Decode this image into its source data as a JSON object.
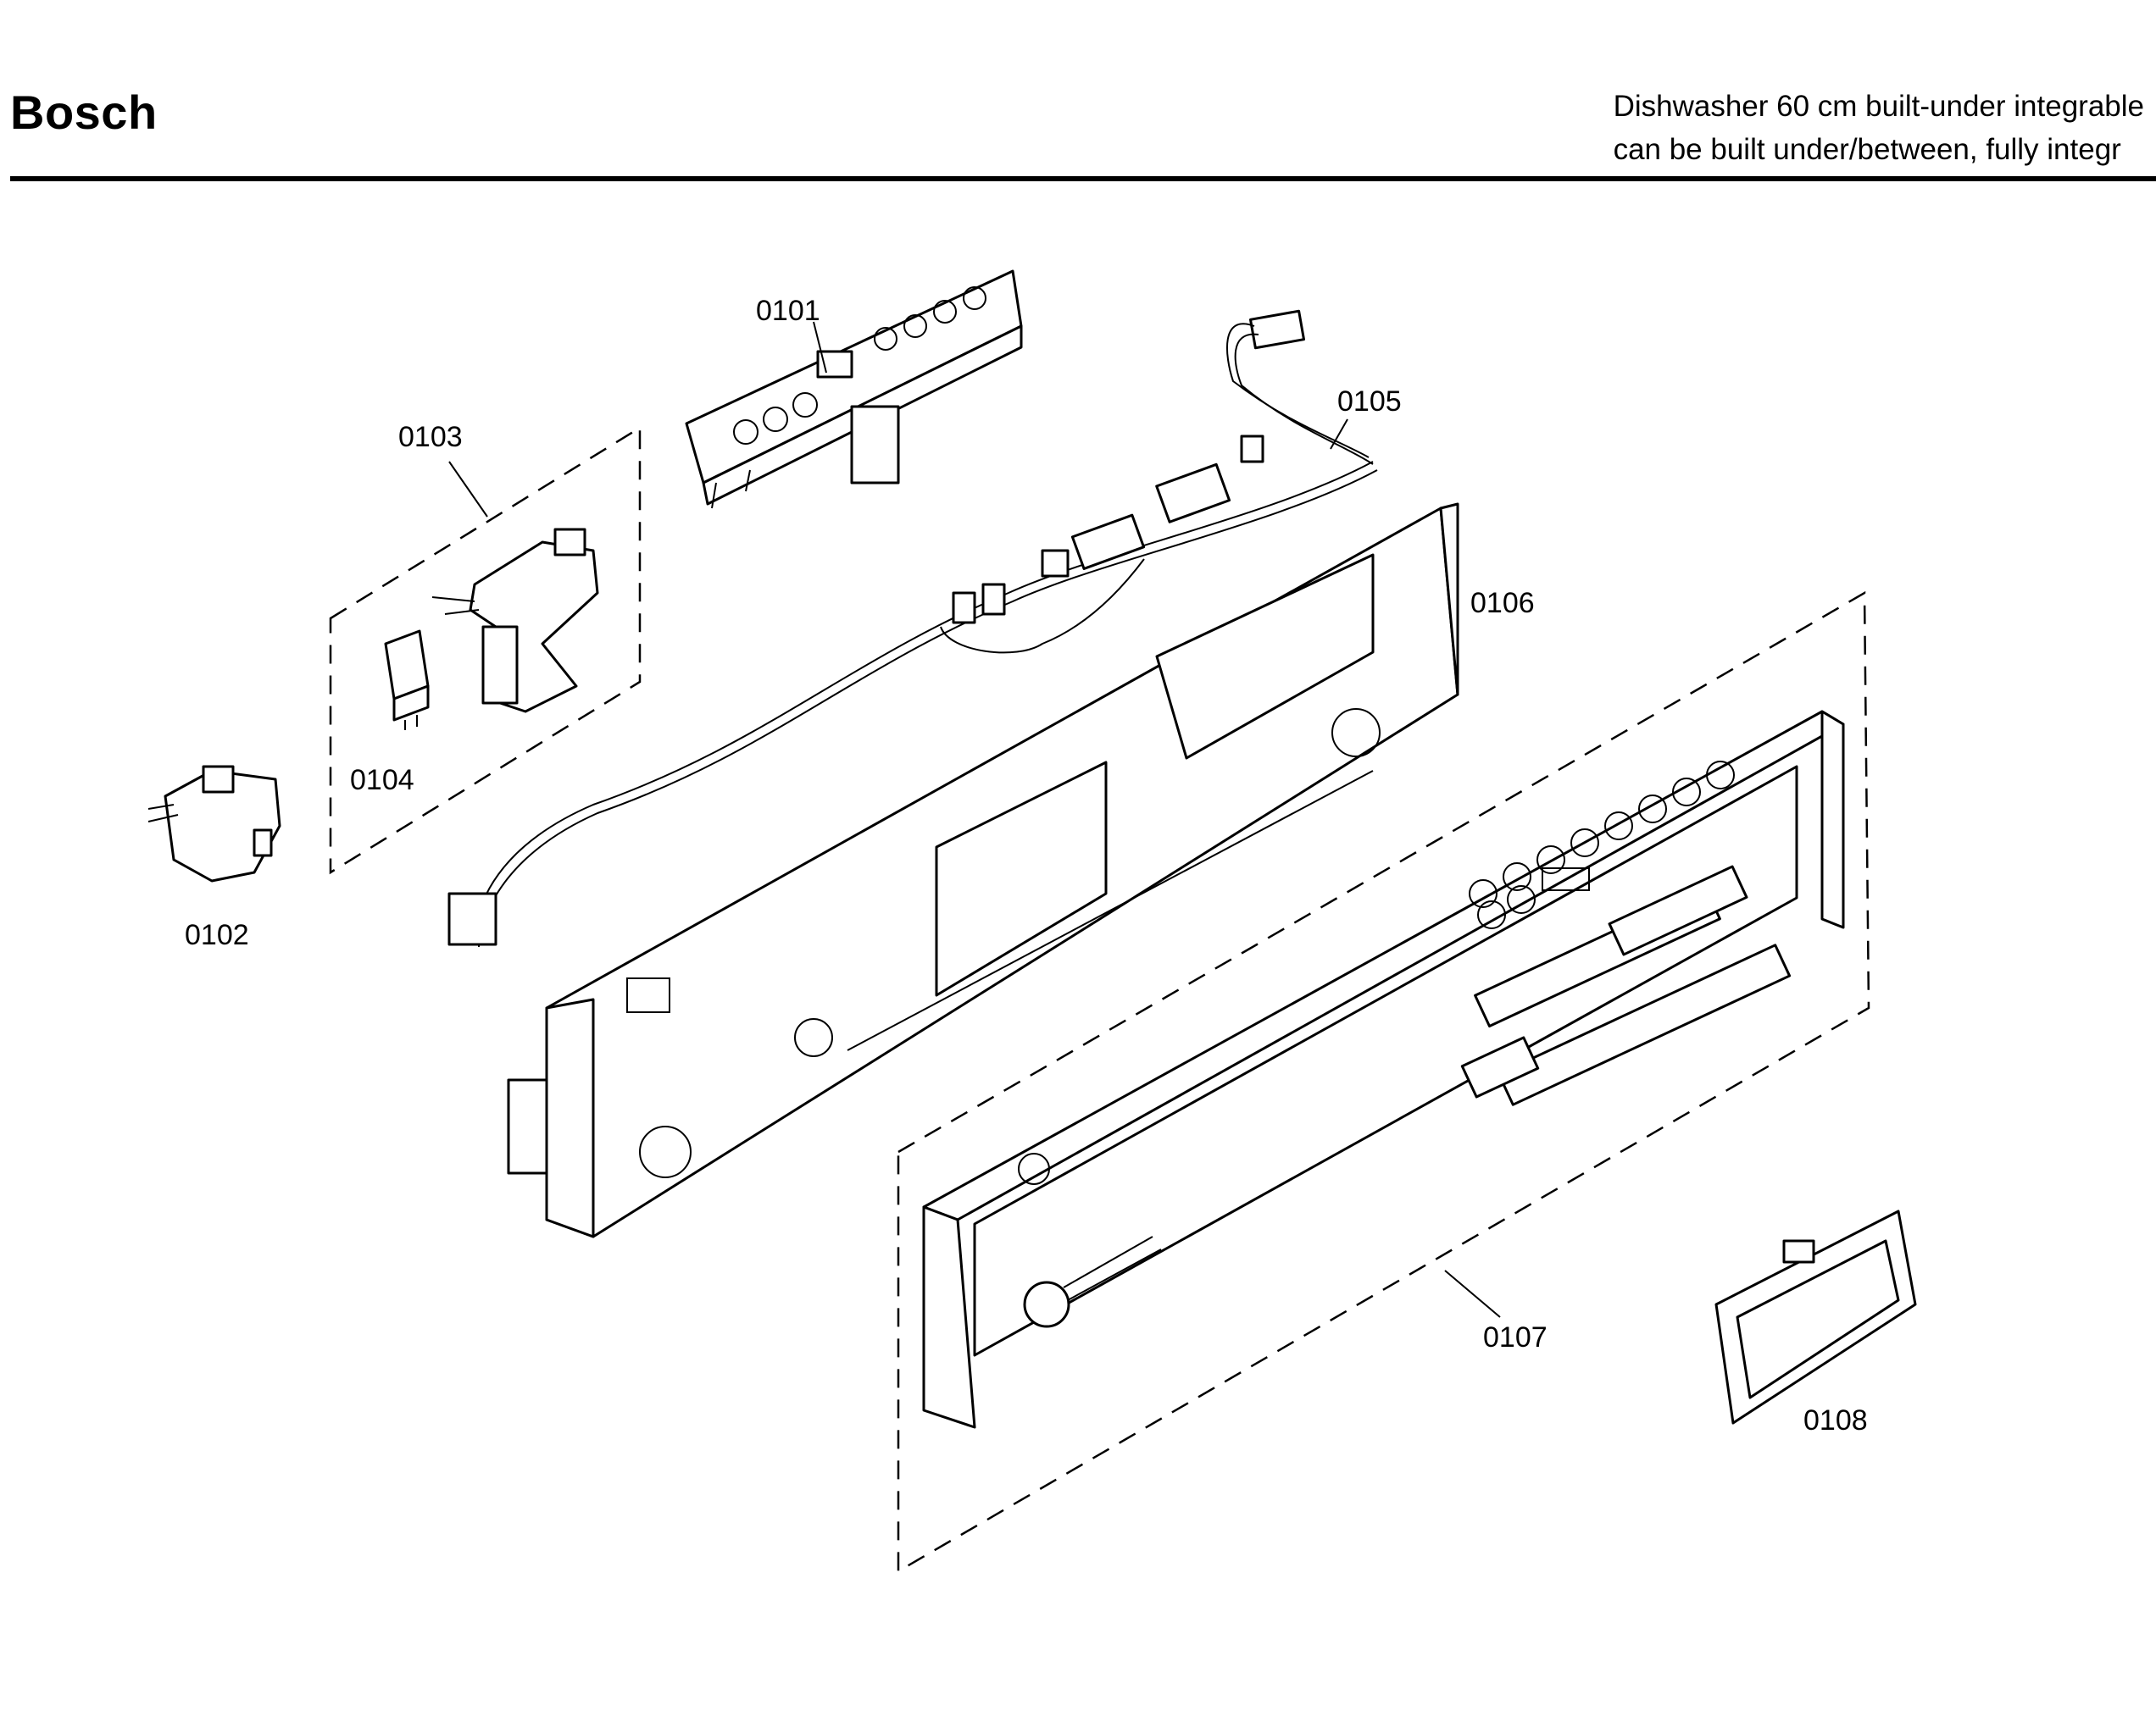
{
  "header": {
    "brand": "Bosch",
    "subtitle_line1": "Dishwasher 60 cm built-under integrable",
    "subtitle_line2": "can be built under/between, fully integr"
  },
  "diagram": {
    "callouts": [
      {
        "id": "0101",
        "label": "0101"
      },
      {
        "id": "0102",
        "label": "0102"
      },
      {
        "id": "0103",
        "label": "0103"
      },
      {
        "id": "0104",
        "label": "0104"
      },
      {
        "id": "0105",
        "label": "0105"
      },
      {
        "id": "0106",
        "label": "0106"
      },
      {
        "id": "0107",
        "label": "0107"
      },
      {
        "id": "0108",
        "label": "0108"
      }
    ]
  }
}
